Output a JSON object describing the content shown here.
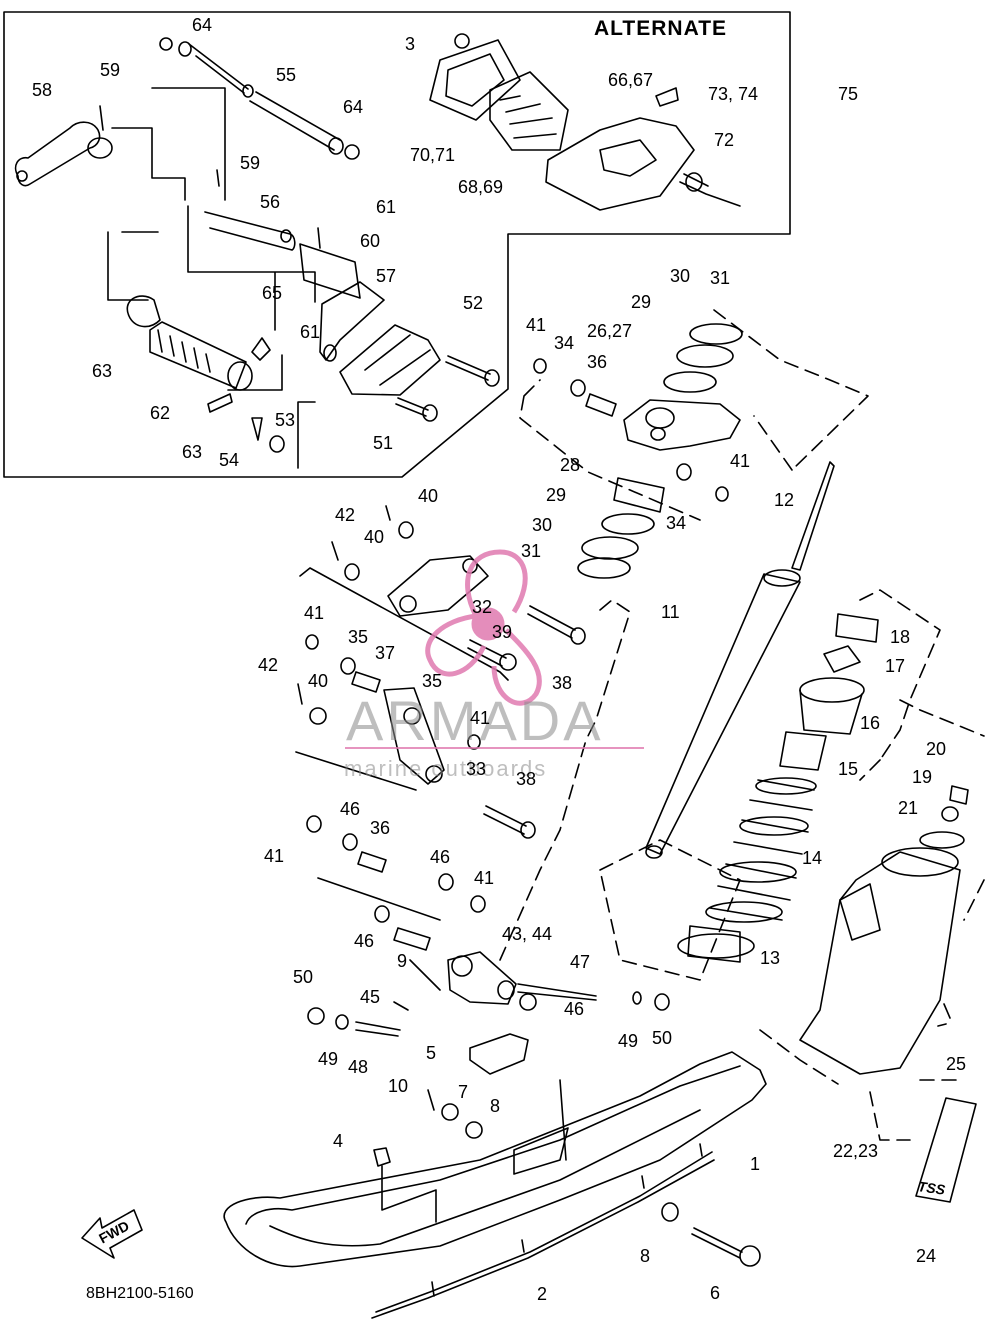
{
  "diagram": {
    "section_label": "ALTERNATE",
    "drawing_code": "8BH2100-5160",
    "fwd_label": "FWD",
    "decal_text": "TSS",
    "callouts": {
      "c64a": "64",
      "c3": "3",
      "c59a": "59",
      "c58": "58",
      "c55": "55",
      "c64b": "64",
      "c6667": "66,67",
      "c7374": "73, 74",
      "c75": "75",
      "c72": "72",
      "c7071": "70,71",
      "c6869": "68,69",
      "c59b": "59",
      "c56": "56",
      "c61a": "61",
      "c60": "60",
      "c65": "65",
      "c57": "57",
      "c52": "52",
      "c61b": "61",
      "c63a": "63",
      "c62": "62",
      "c53": "53",
      "c63b": "63",
      "c54": "54",
      "c51": "51",
      "c30a": "30",
      "c31a": "31",
      "c29a": "29",
      "c41a": "41",
      "c2627": "26,27",
      "c34a": "34",
      "c36a": "36",
      "c28": "28",
      "c41b": "41",
      "c34b": "34",
      "c29b": "29",
      "c12": "12",
      "c42a": "42",
      "c40a": "40",
      "c40b": "40",
      "c30b": "30",
      "c31b": "31",
      "c11": "11",
      "c32": "32",
      "c39": "39",
      "c38a": "38",
      "c18": "18",
      "c17": "17",
      "c41c": "41",
      "c35a": "35",
      "c37": "37",
      "c42b": "42",
      "c40c": "40",
      "c35b": "35",
      "c41d": "41",
      "c16": "16",
      "c33": "33",
      "c15": "15",
      "c38b": "38",
      "c20": "20",
      "c19": "19",
      "c21": "21",
      "c46a": "46",
      "c36b": "36",
      "c41e": "41",
      "c14": "14",
      "c46b": "46",
      "c41f": "41",
      "c46c": "46",
      "c9": "9",
      "c4344": "43, 44",
      "c47": "47",
      "c13": "13",
      "c50a": "50",
      "c45": "45",
      "c46d": "46",
      "c49a": "49",
      "c50b": "50",
      "c48": "48",
      "c5": "5",
      "c25": "25",
      "c10": "10",
      "c7": "7",
      "c8a": "8",
      "c4": "4",
      "c1": "1",
      "c2223": "22,23",
      "c8b": "8",
      "c24": "24",
      "c2": "2",
      "c6": "6"
    }
  },
  "watermark": {
    "title": "ARMADA",
    "subtitle": "marine outboards",
    "accent_color": "#e07ab0"
  },
  "colors": {
    "ink": "#000000",
    "paper": "#ffffff"
  }
}
